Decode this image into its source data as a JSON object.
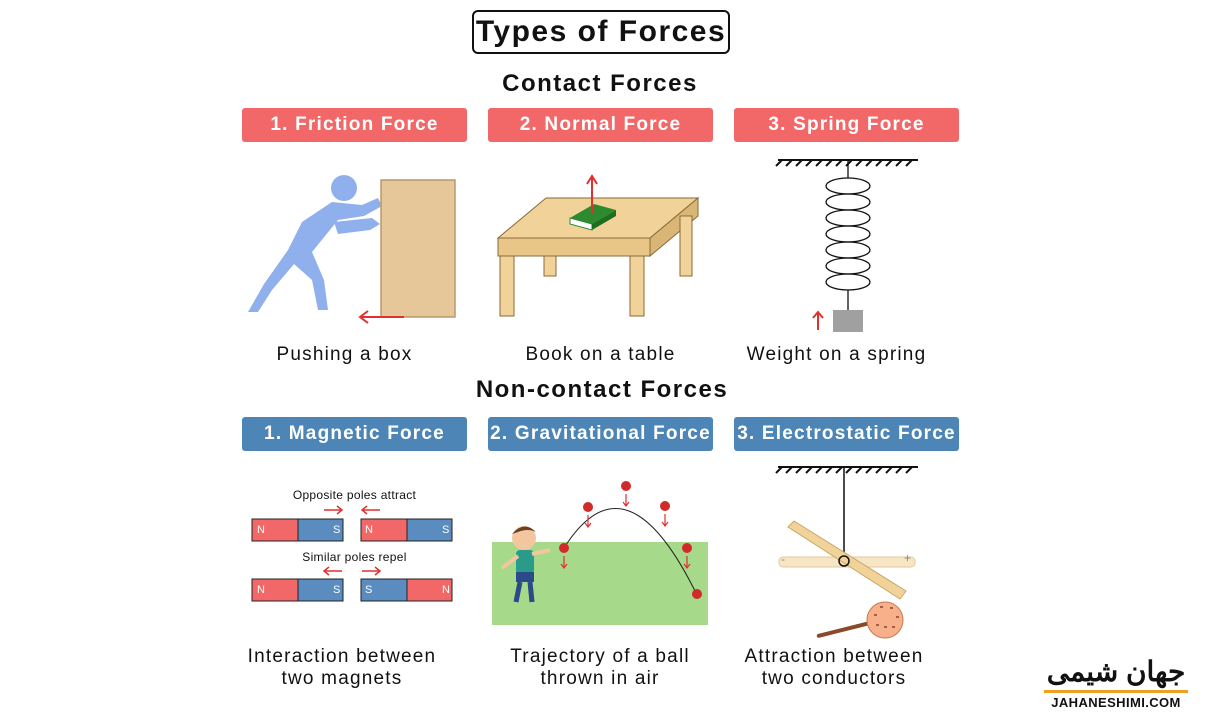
{
  "title": "Types of Forces",
  "contact": {
    "heading": "Contact Forces",
    "items": [
      {
        "label": "1. Friction Force",
        "caption": "Pushing a box"
      },
      {
        "label": "2. Normal Force",
        "caption": "Book on a table"
      },
      {
        "label": "3. Spring Force",
        "caption": "Weight on a spring"
      }
    ]
  },
  "noncontact": {
    "heading": "Non-contact Forces",
    "items": [
      {
        "label": "1. Magnetic Force",
        "caption_line1": "Interaction between",
        "caption_line2": "two magnets"
      },
      {
        "label": "2. Gravitational Force",
        "caption_line1": "Trajectory of a ball",
        "caption_line2": "thrown in air"
      },
      {
        "label": "3. Electrostatic Force",
        "caption_line1": "Attraction between",
        "caption_line2": "two conductors"
      }
    ]
  },
  "magnets": {
    "attract_text": "Opposite poles attract",
    "repel_text": "Similar poles repel",
    "pole_n": "N",
    "pole_s": "S"
  },
  "electrostatic": {
    "minus": "-",
    "plus": "+"
  },
  "logo": {
    "persian": "جهان شیمی",
    "english": "JAHANESHIMI.COM"
  },
  "colors": {
    "contact_label": "#f26868",
    "noncontact_label": "#4d86b6",
    "arrow": "#e03030",
    "person": "#8fb0ec",
    "box": "#e6c79a",
    "table": "#f1d39a",
    "book": "#2e8a2e",
    "grass": "#a6d98a",
    "magnet_red": "#f26868",
    "magnet_blue": "#5b8cc0"
  },
  "icons": [
    "person-pushing-icon",
    "box-icon",
    "table-icon",
    "book-icon",
    "spring-icon",
    "weight-icon",
    "magnet-icon",
    "boy-icon",
    "ball-icon",
    "rod-icon",
    "sphere-icon"
  ]
}
